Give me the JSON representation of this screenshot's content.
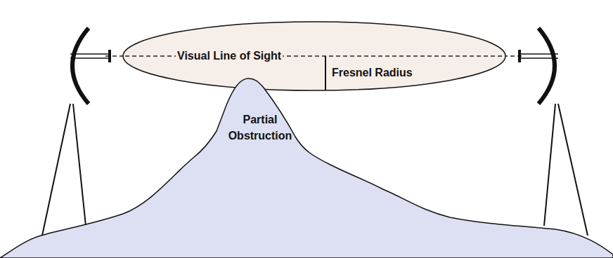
{
  "diagram": {
    "nodes": [
      {
        "text": [
          "Visual Line of Sight",
          "Fresnel Radius"
        ]
      },
      {
        "text": [
          "Partial Obstruction"
        ]
      }
    ]
  }
}
